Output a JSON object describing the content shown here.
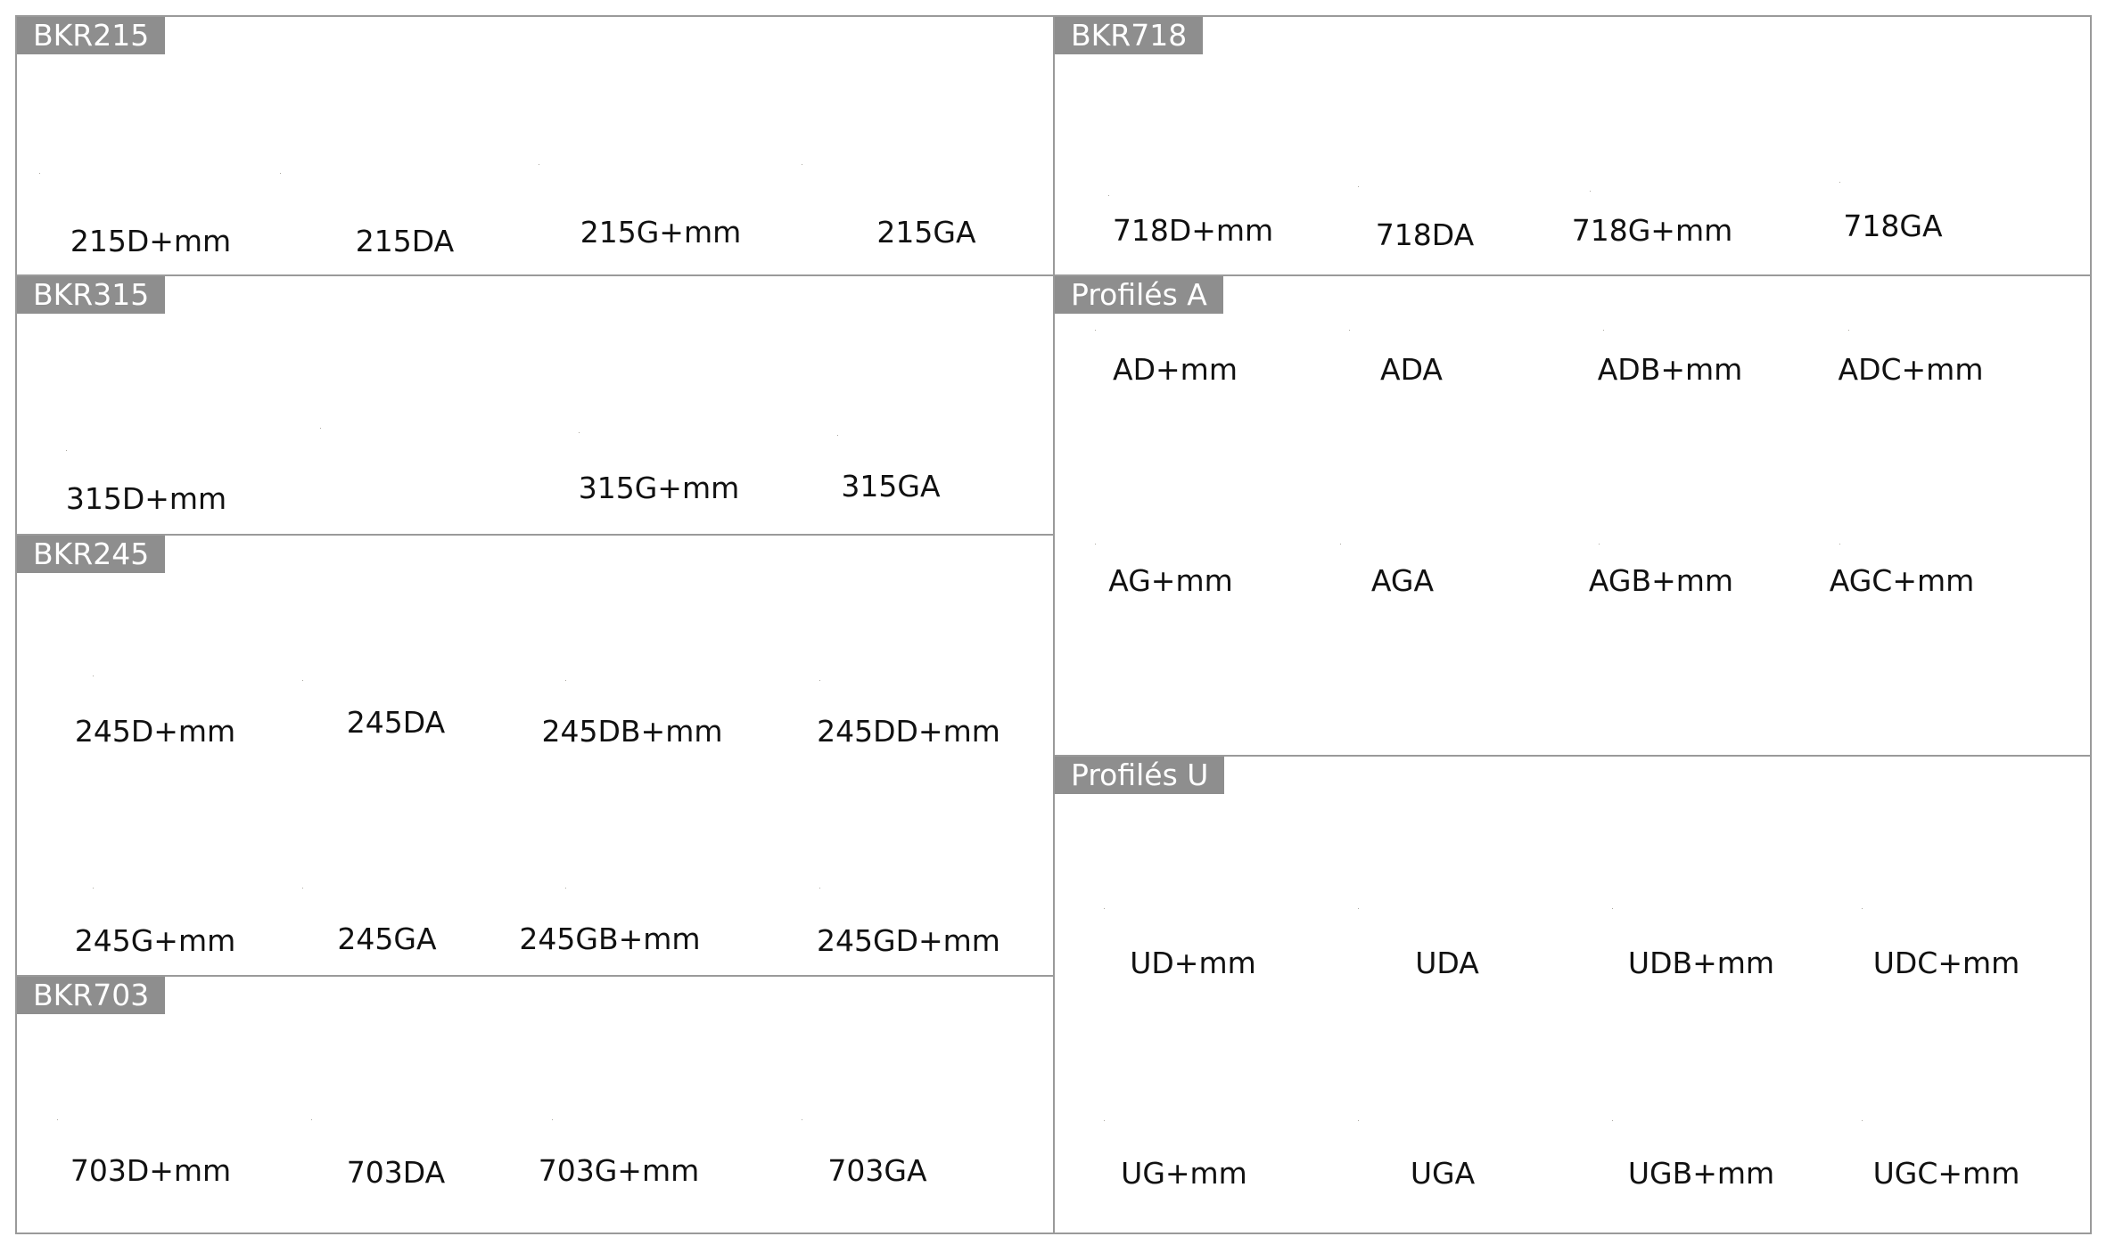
{
  "colors": {
    "panel_border": "#9a9a9a",
    "tab_bg": "#8e8e8e",
    "tab_text": "#ffffff",
    "profile_light": "#c8c3b8",
    "profile_mid": "#a9a398",
    "profile_dark": "#7e796f",
    "cable": "#111111",
    "wire_red": "#b5312a"
  },
  "panels": [
    {
      "id": "bkr215",
      "title": "BKR215",
      "items": [
        {
          "label": "215D+mm",
          "icon": "profile-215-cable-down"
        },
        {
          "label": "215DA",
          "icon": "profile-215-cable-end"
        },
        {
          "label": "215G+mm",
          "icon": "profile-215-cable-left-down"
        },
        {
          "label": "215GA",
          "icon": "profile-215-cable-left"
        }
      ]
    },
    {
      "id": "bkr315",
      "title": "BKR315",
      "items": [
        {
          "label": "315D+mm",
          "icon": "profile-315-cable-right"
        },
        {
          "label": "",
          "icon": "profile-315-cable-end"
        },
        {
          "label": "315G+mm",
          "icon": "profile-315-cable-front"
        },
        {
          "label": "315GA",
          "icon": "profile-315-cable-left"
        }
      ]
    },
    {
      "id": "bkr245",
      "title": "BKR245",
      "items": [
        {
          "label": "245D+mm",
          "icon": "profile-245-cable-down"
        },
        {
          "label": "245DA",
          "icon": "profile-245-cable-end"
        },
        {
          "label": "245DB+mm",
          "icon": "profile-245-cable-back"
        },
        {
          "label": "245DD+mm",
          "icon": "profile-245-cable-up"
        },
        {
          "label": "245G+mm",
          "icon": "profile-245-cable-left-down"
        },
        {
          "label": "245GA",
          "icon": "profile-245-cable-left"
        },
        {
          "label": "245GB+mm",
          "icon": "profile-245-cable-left-back"
        },
        {
          "label": "245GD+mm",
          "icon": "profile-245-cable-left-up"
        }
      ]
    },
    {
      "id": "bkr703",
      "title": "BKR703",
      "items": [
        {
          "label": "703D+mm",
          "icon": "profile-703-cable-back"
        },
        {
          "label": "703DA",
          "icon": "profile-703-cable-end"
        },
        {
          "label": "703G+mm",
          "icon": "profile-703-cable-left-back"
        },
        {
          "label": "703GA",
          "icon": "profile-703-cable-left"
        }
      ]
    },
    {
      "id": "bkr718",
      "title": "BKR718",
      "items": [
        {
          "label": "718D+mm",
          "icon": "profile-718-cable-right"
        },
        {
          "label": "718DA",
          "icon": "profile-718-cable-end"
        },
        {
          "label": "718G+mm",
          "icon": "profile-718-cable-front"
        },
        {
          "label": "718GA",
          "icon": "profile-718-cable-left"
        }
      ]
    },
    {
      "id": "profiles-a",
      "title": "Profilés A",
      "items": [
        {
          "label": "AD+mm",
          "icon": "profile-a-cable-right"
        },
        {
          "label": "ADA",
          "icon": "profile-a-cable-end"
        },
        {
          "label": "ADB+mm",
          "icon": "profile-a-cable-up"
        },
        {
          "label": "ADC+mm",
          "icon": "profile-a-cable-side"
        },
        {
          "label": "AG+mm",
          "icon": "profile-a-cable-inside"
        },
        {
          "label": "AGA",
          "icon": "profile-a-cable-left"
        },
        {
          "label": "AGB+mm",
          "icon": "profile-a-cable-left-up"
        },
        {
          "label": "AGC+mm",
          "icon": "profile-a-cable-left-side"
        }
      ]
    },
    {
      "id": "profiles-u",
      "title": "Profilés U",
      "items": [
        {
          "label": "UD+mm",
          "icon": "profile-u-cable-down"
        },
        {
          "label": "UDA",
          "icon": "profile-u-cable-end"
        },
        {
          "label": "UDB+mm",
          "icon": "profile-u-cable-back"
        },
        {
          "label": "UDC+mm",
          "icon": "profile-u-cable-side"
        },
        {
          "label": "UG+mm",
          "icon": "profile-u-cable-left-down"
        },
        {
          "label": "UGA",
          "icon": "profile-u-cable-left"
        },
        {
          "label": "UGB+mm",
          "icon": "profile-u-cable-left-back"
        },
        {
          "label": "UGC+mm",
          "icon": "profile-u-cable-left-side"
        }
      ]
    }
  ]
}
